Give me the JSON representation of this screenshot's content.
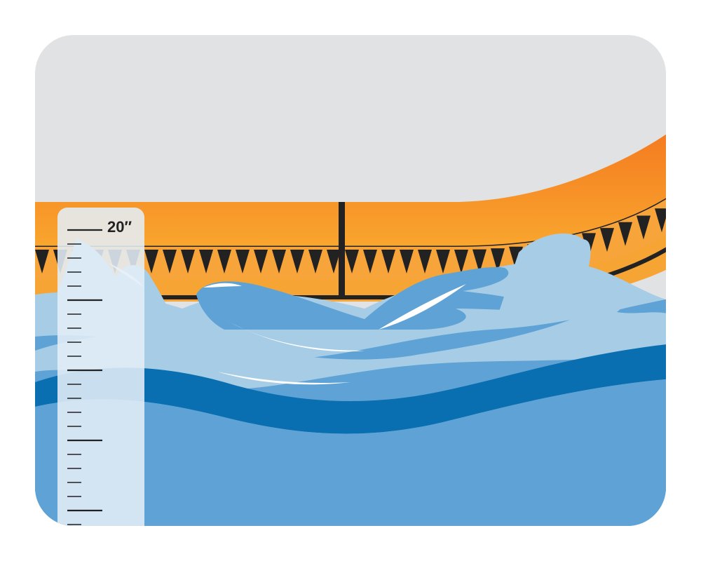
{
  "ruler": {
    "label": "20″"
  },
  "colors": {
    "sky": "#e1e2e4",
    "barrier_orange": "#f47a20",
    "barrier_light": "#f7a23a",
    "barrier_dark": "#222222",
    "water_main": "#5fa3d6",
    "water_dark": "#0a6fb0",
    "water_light": "#a7cde6",
    "foam": "#ffffff",
    "ruler_bg": "#e4eef7",
    "ruler_tick": "#222222"
  },
  "icons": {
    "barrier": "flood-barrier",
    "water": "flood-water-waves",
    "gauge": "water-depth-ruler"
  }
}
